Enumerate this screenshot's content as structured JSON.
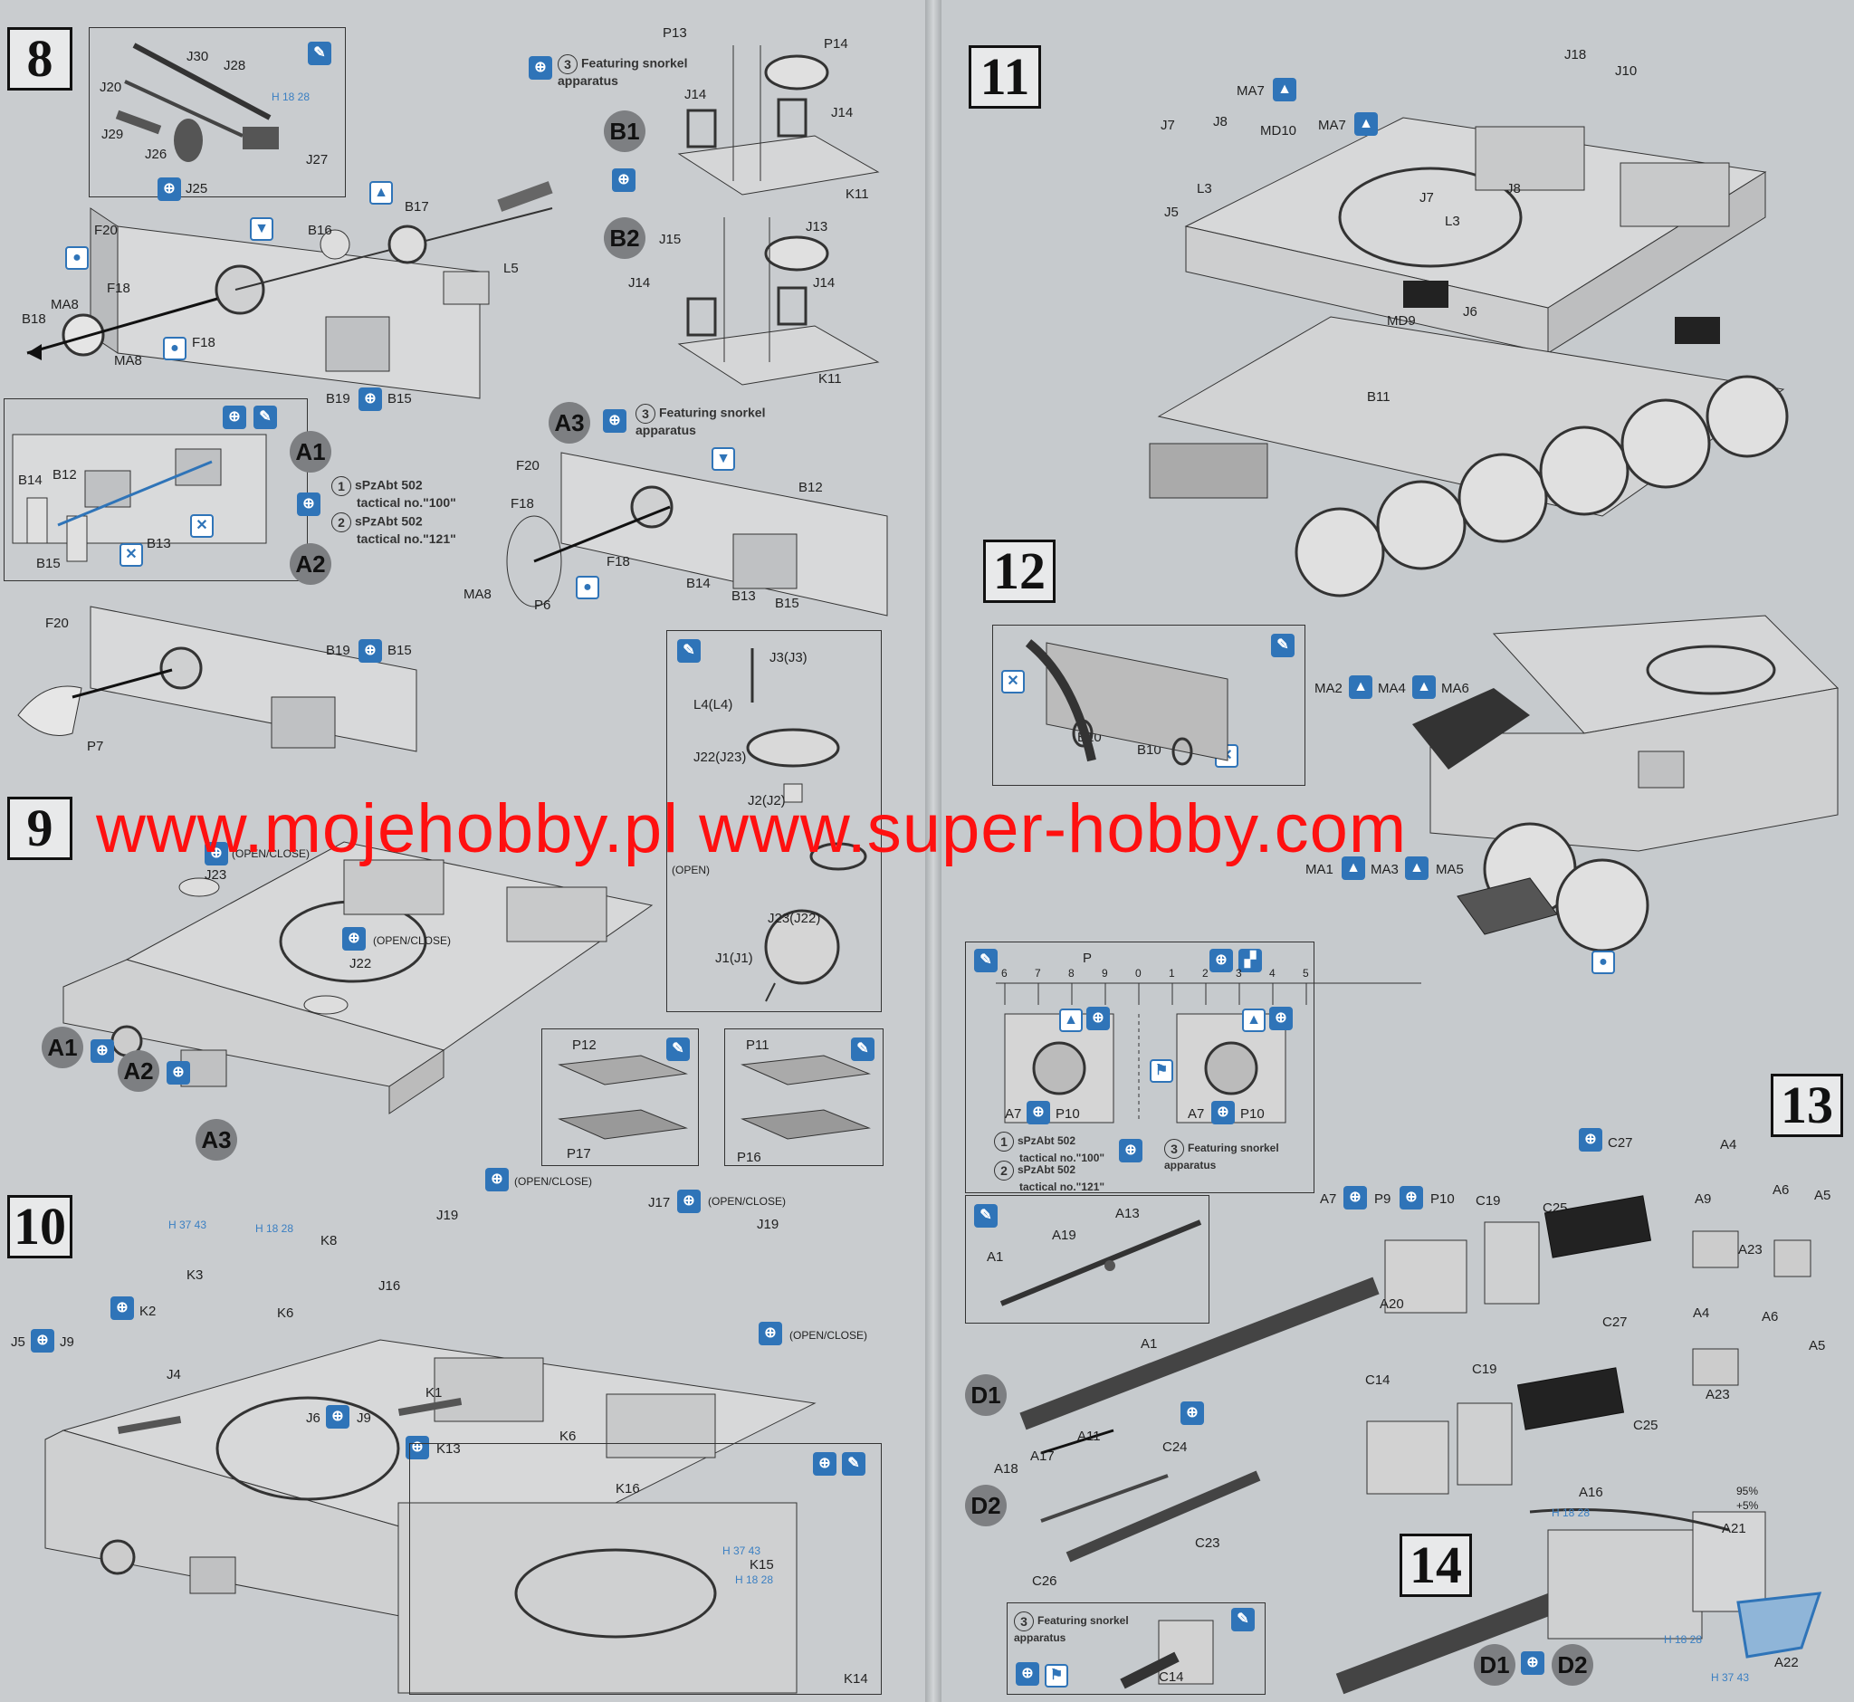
{
  "steps": {
    "s8": "8",
    "s9": "9",
    "s10": "10",
    "s11": "11",
    "s12": "12",
    "s13": "13",
    "s14": "14"
  },
  "variants": {
    "A1": "A1",
    "A2": "A2",
    "A3": "A3",
    "B1": "B1",
    "B2": "B2",
    "D1": "D1",
    "D2": "D2"
  },
  "notes": {
    "snorkel": "Featuring snorkel apparatus",
    "spz_502": "sPzAbt 502",
    "tactical_100": "tactical no.\"100\"",
    "tactical_121": "tactical no.\"121\"",
    "open_close": "(OPEN/CLOSE)",
    "open": "(OPEN)",
    "num1": "1",
    "num2": "2",
    "num3": "3"
  },
  "parts": {
    "J30": "J30",
    "J28": "J28",
    "J20": "J20",
    "J29": "J29",
    "J26": "J26",
    "J27": "J27",
    "J25": "J25",
    "P13": "P13",
    "P14": "P14",
    "J14": "J14",
    "K11": "K11",
    "J15": "J15",
    "J13": "J13",
    "F20": "F20",
    "B16": "B16",
    "B17": "B17",
    "L5": "L5",
    "F18": "F18",
    "MA8": "MA8",
    "B18": "B18",
    "B19": "B19",
    "B15": "B15",
    "B14": "B14",
    "B12": "B12",
    "B13": "B13",
    "P6": "P6",
    "P7": "P7",
    "J3": "J3(J3)",
    "L4": "L4(L4)",
    "J22J23": "J22(J23)",
    "J2": "J2(J2)",
    "J23J22": "J23(J22)",
    "J1": "J1(J1)",
    "J23": "J23",
    "J22": "J22",
    "P12": "P12",
    "P17": "P17",
    "P11": "P11",
    "P16": "P16",
    "J19": "J19",
    "J17": "J17",
    "K8": "K8",
    "K3": "K3",
    "J16": "J16",
    "K2": "K2",
    "K6": "K6",
    "J5": "J5",
    "J9": "J9",
    "J4": "J4",
    "J6": "J6",
    "K1": "K1",
    "K13": "K13",
    "K16": "K16",
    "K15": "K15",
    "K14": "K14",
    "J18": "J18",
    "J10": "J10",
    "MA7": "MA7",
    "J7": "J7",
    "J8": "J8",
    "MD10": "MD10",
    "L3": "L3",
    "MD9": "MD9",
    "B11": "B11",
    "B10": "B10",
    "MA2": "MA2",
    "MA4": "MA4",
    "MA6": "MA6",
    "MA1": "MA1",
    "MA3": "MA3",
    "MA5": "MA5",
    "P": "P",
    "A7": "A7",
    "P10": "P10",
    "P9": "P9",
    "C27": "C27",
    "A4": "A4",
    "A6": "A6",
    "A5": "A5",
    "A9": "A9",
    "C25": "C25",
    "C19": "C19",
    "A23": "A23",
    "A13": "A13",
    "A19": "A19",
    "A1p": "A1",
    "A20": "A20",
    "C14": "C14",
    "A18": "A18",
    "A17": "A17",
    "A11": "A11",
    "C24": "C24",
    "C23": "C23",
    "C26": "C26",
    "A16": "A16",
    "A21": "A21",
    "A22": "A22"
  },
  "ruler": [
    "6",
    "7",
    "8",
    "9",
    "0",
    "1",
    "2",
    "3",
    "4",
    "5"
  ],
  "paint": {
    "h18_28": "H 18 28",
    "h37_43": "H 37 43",
    "pct95": "95%",
    "pct5": "+5%"
  },
  "watermark": "www.mojehobby.pl www.super-hobby.com",
  "colors": {
    "instruction_blue": "#2f74b8",
    "watermark_red": "#ff1010"
  }
}
